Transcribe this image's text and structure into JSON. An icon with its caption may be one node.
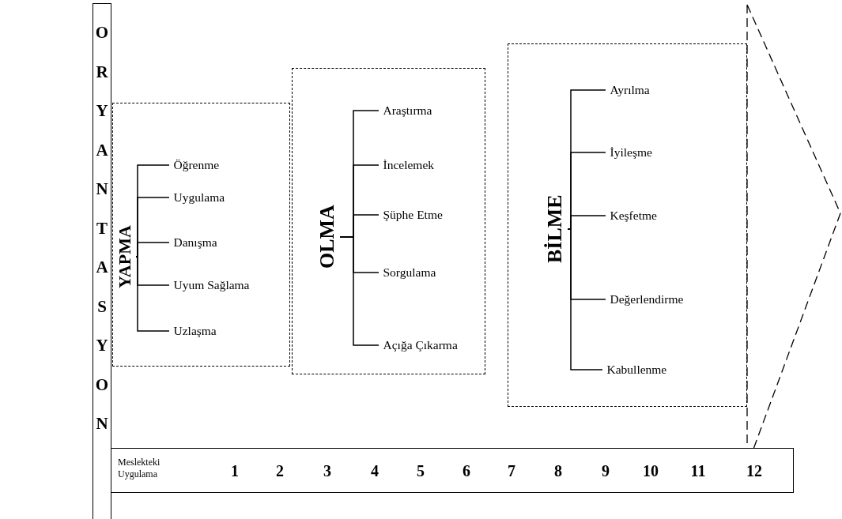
{
  "diagram": {
    "nodes": [
      {
        "text": [
          "ORYANTASYON"
        ]
      },
      {
        "text": [],
        "shape": "box"
      },
      {
        "text": [
          "YAPMA"
        ],
        "in": 1
      },
      {
        "text": [
          "Öğrenme"
        ],
        "in": 1
      },
      {
        "text": [
          "Uygulama"
        ],
        "in": 1
      },
      {
        "text": [
          "Danışma"
        ],
        "in": 1
      },
      {
        "text": [
          "Uyum Sağlama"
        ],
        "in": 1
      },
      {
        "text": [
          "Uzlaşma"
        ],
        "in": 1
      },
      {
        "text": [],
        "shape": "box"
      },
      {
        "text": [
          "OLMA"
        ],
        "in": 8
      },
      {
        "text": [
          "Araştırma"
        ],
        "in": 8
      },
      {
        "text": [
          "İncelemek"
        ],
        "in": 8
      },
      {
        "text": [
          "Şüphe Etme"
        ],
        "in": 8
      },
      {
        "text": [
          "Sorgulama"
        ],
        "in": 8
      },
      {
        "text": [
          "Açığa Çıkarma"
        ],
        "in": 8
      },
      {
        "text": [],
        "shape": "box"
      },
      {
        "text": [
          "BİLME"
        ],
        "in": 15
      },
      {
        "text": [
          "Ayrılma"
        ],
        "in": 15
      },
      {
        "text": [
          "İyileşme"
        ],
        "in": 15
      },
      {
        "text": [
          "Keşfetme"
        ],
        "in": 15
      },
      {
        "text": [
          "Değerlendirme"
        ],
        "in": 15
      },
      {
        "text": [
          "Kabullenme"
        ],
        "in": 15
      },
      {
        "text": [
          "Meslekteki Uygulama",
          "1",
          "2",
          "3",
          "4",
          "5",
          "6",
          "7",
          "8",
          "9",
          "10",
          "11",
          "12"
        ]
      }
    ],
    "edges": [
      {
        "from": 2,
        "to": 3,
        "arrow": "none"
      },
      {
        "from": 2,
        "to": 4,
        "arrow": "none"
      },
      {
        "from": 2,
        "to": 5,
        "arrow": "none"
      },
      {
        "from": 2,
        "to": 6,
        "arrow": "none"
      },
      {
        "from": 2,
        "to": 7,
        "arrow": "none"
      },
      {
        "from": 9,
        "to": 10,
        "arrow": "none"
      },
      {
        "from": 9,
        "to": 11,
        "arrow": "none"
      },
      {
        "from": 9,
        "to": 12,
        "arrow": "none"
      },
      {
        "from": 9,
        "to": 13,
        "arrow": "none"
      },
      {
        "from": 9,
        "to": 14,
        "arrow": "none"
      },
      {
        "from": 16,
        "to": 17,
        "arrow": "none"
      },
      {
        "from": 16,
        "to": 18,
        "arrow": "none"
      },
      {
        "from": 16,
        "to": 19,
        "arrow": "none"
      },
      {
        "from": 16,
        "to": 20,
        "arrow": "none"
      },
      {
        "from": 16,
        "to": 21,
        "arrow": "none"
      }
    ]
  }
}
